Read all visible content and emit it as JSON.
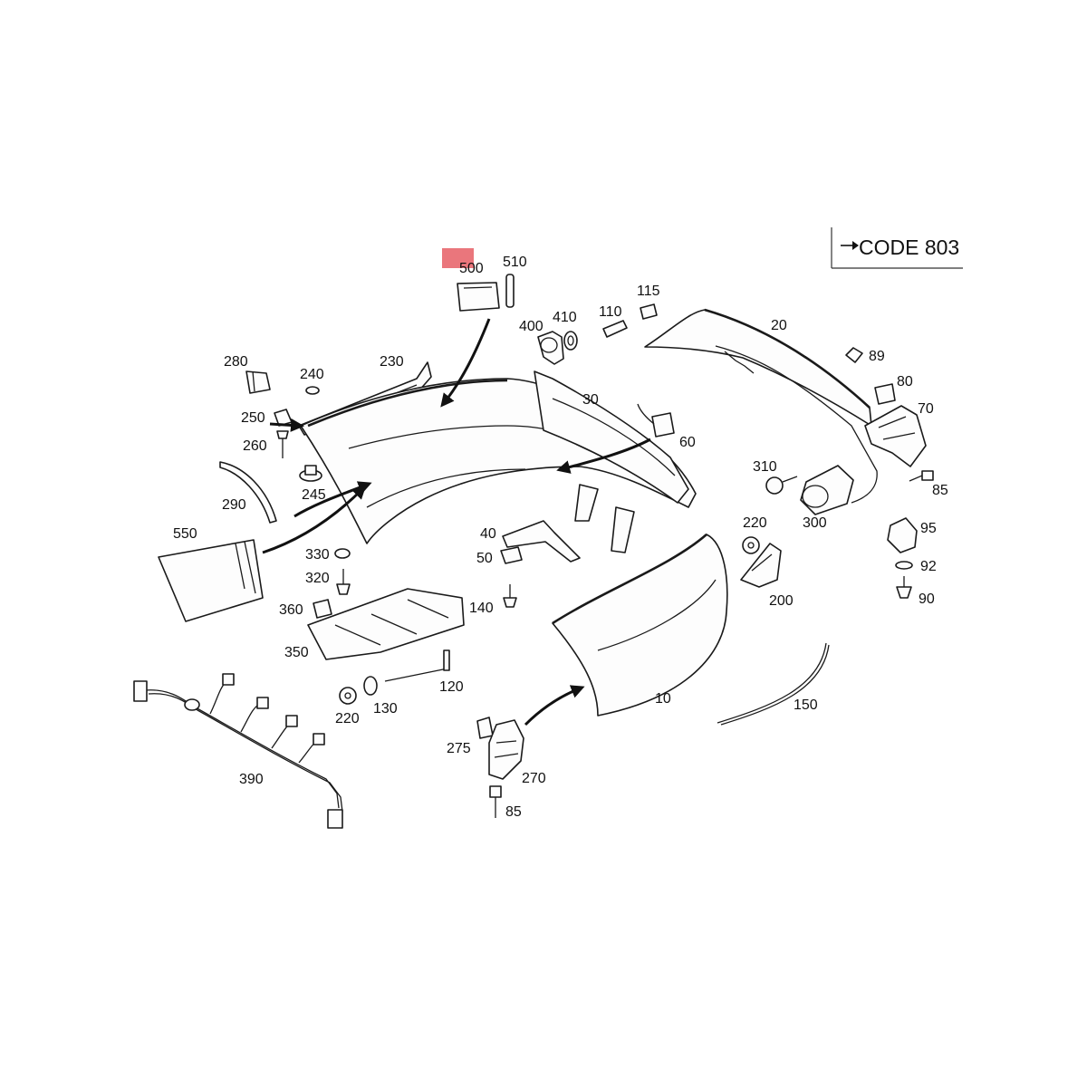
{
  "code_box": {
    "text": "CODE 803"
  },
  "highlight_color": "#e8676e",
  "labels": [
    {
      "id": "500",
      "text": "500"
    },
    {
      "id": "510",
      "text": "510"
    },
    {
      "id": "400",
      "text": "400"
    },
    {
      "id": "410",
      "text": "410"
    },
    {
      "id": "110",
      "text": "110"
    },
    {
      "id": "115",
      "text": "115"
    },
    {
      "id": "20",
      "text": "20"
    },
    {
      "id": "89",
      "text": "89"
    },
    {
      "id": "80",
      "text": "80"
    },
    {
      "id": "70",
      "text": "70"
    },
    {
      "id": "280",
      "text": "280"
    },
    {
      "id": "230",
      "text": "230"
    },
    {
      "id": "240",
      "text": "240"
    },
    {
      "id": "30",
      "text": "30"
    },
    {
      "id": "250",
      "text": "250"
    },
    {
      "id": "260",
      "text": "260"
    },
    {
      "id": "60",
      "text": "60"
    },
    {
      "id": "310",
      "text": "310"
    },
    {
      "id": "85a",
      "text": "85"
    },
    {
      "id": "245",
      "text": "245"
    },
    {
      "id": "290",
      "text": "290"
    },
    {
      "id": "300",
      "text": "300"
    },
    {
      "id": "220a",
      "text": "220"
    },
    {
      "id": "95",
      "text": "95"
    },
    {
      "id": "550",
      "text": "550"
    },
    {
      "id": "40",
      "text": "40"
    },
    {
      "id": "330",
      "text": "330"
    },
    {
      "id": "50",
      "text": "50"
    },
    {
      "id": "92",
      "text": "92"
    },
    {
      "id": "320",
      "text": "320"
    },
    {
      "id": "200",
      "text": "200"
    },
    {
      "id": "90",
      "text": "90"
    },
    {
      "id": "360",
      "text": "360"
    },
    {
      "id": "140",
      "text": "140"
    },
    {
      "id": "350",
      "text": "350"
    },
    {
      "id": "120",
      "text": "120"
    },
    {
      "id": "10",
      "text": "10"
    },
    {
      "id": "150",
      "text": "150"
    },
    {
      "id": "220b",
      "text": "220"
    },
    {
      "id": "130",
      "text": "130"
    },
    {
      "id": "275",
      "text": "275"
    },
    {
      "id": "270",
      "text": "270"
    },
    {
      "id": "390",
      "text": "390"
    },
    {
      "id": "85b",
      "text": "85"
    }
  ]
}
